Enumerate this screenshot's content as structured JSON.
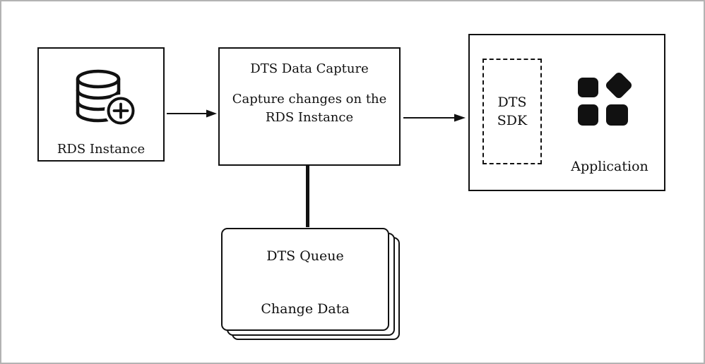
{
  "canvas": {
    "background": "#ffffff",
    "frame_color": "#b3b3b3",
    "stroke_color": "#111111"
  },
  "nodes": {
    "rds": {
      "label": "RDS Instance",
      "icon": "database-plus-icon"
    },
    "dts_capture": {
      "title": "DTS Data Capture",
      "desc_line1": "Capture changes on the",
      "desc_line2": "RDS Instance"
    },
    "app_group": {
      "sdk": {
        "line1": "DTS",
        "line2": "SDK"
      },
      "application": {
        "label": "Application",
        "icon": "app-squares-icon"
      }
    },
    "dts_queue": {
      "title": "DTS Queue",
      "subtitle": "Change Data"
    }
  },
  "connectors": {
    "rds_to_capture": "arrow-right",
    "capture_to_app": "arrow-right",
    "capture_to_queue": "thick-line"
  }
}
